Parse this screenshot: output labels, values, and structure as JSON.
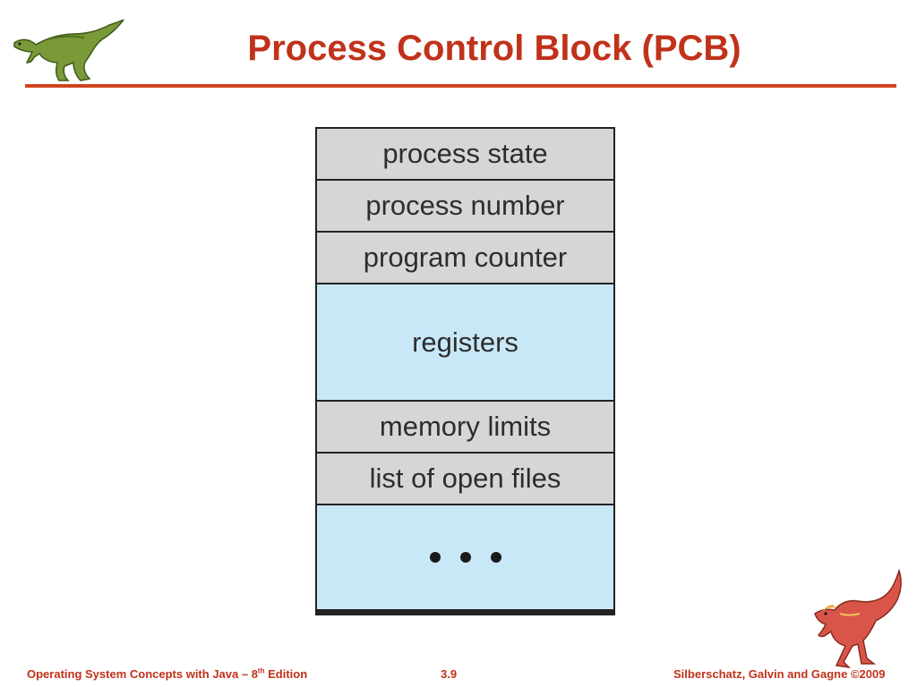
{
  "slide": {
    "title": "Process Control Block (PCB)",
    "accent_color": "#c0321a",
    "top_illustration": "green-dinosaur-icon",
    "bottom_illustration": "red-dinosaur-icon"
  },
  "pcb": {
    "fields": [
      {
        "label": "process state",
        "fill": "#d6d6d6"
      },
      {
        "label": "process number",
        "fill": "#d6d6d6"
      },
      {
        "label": "program counter",
        "fill": "#d6d6d6"
      },
      {
        "label": "registers",
        "fill": "#c8e8f8"
      },
      {
        "label": "memory limits",
        "fill": "#d6d6d6"
      },
      {
        "label": "list of open files",
        "fill": "#d6d6d6"
      }
    ],
    "continuation": "ellipsis-dots"
  },
  "footer": {
    "book_prefix": "Operating System Concepts  with Java – 8",
    "book_sup": "th",
    "book_suffix": " Edition",
    "page_number": "3.9",
    "copyright": "Silberschatz, Galvin and Gagne ©2009"
  }
}
